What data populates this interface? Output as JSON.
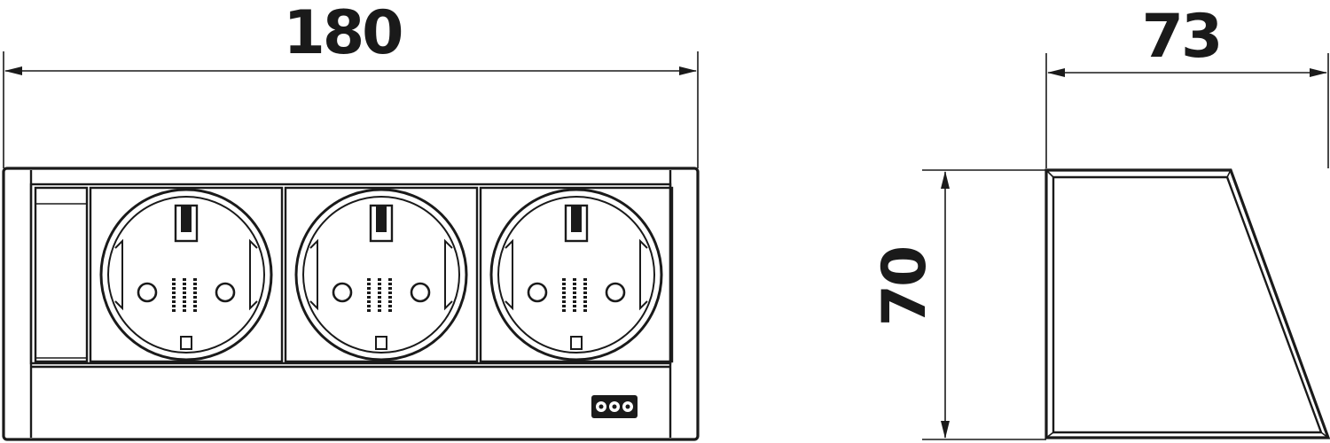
{
  "dimensions": {
    "width_label": "180",
    "depth_label": "73",
    "height_label": "70"
  },
  "front_view": {
    "socket_count": 3
  },
  "side_view": {}
}
